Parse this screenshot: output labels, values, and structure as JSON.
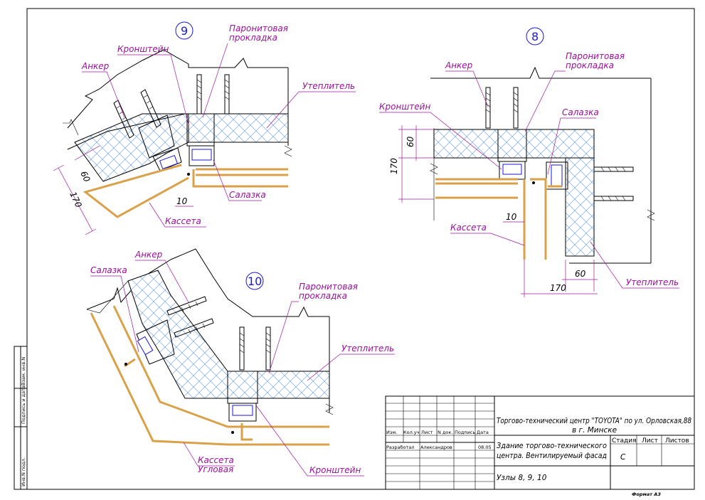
{
  "labels": {
    "paronit_l1": "Паронитовая",
    "paronit_l2": "прокладка",
    "kronshtein": "Кронштейн",
    "anker": "Анкер",
    "uteplitel": "Утеплитель",
    "salazka": "Салазка",
    "kasseta": "Кассета",
    "kasseta_uglovaya_l1": "Кассета",
    "kasseta_uglovaya_l2": "Угловая"
  },
  "node_numbers": {
    "n8": "8",
    "n9": "9",
    "n10": "10"
  },
  "dimensions": {
    "d60": "60",
    "d170": "170",
    "d10": "10"
  },
  "side_stamp": {
    "c1": "Инв.N подл.",
    "c2": "Подпись и дата",
    "c3": "Взам. инв.N"
  },
  "title_block": {
    "project_l1": "Торгово-технический центр \"TOYOTA\" по ул. Орловская,88",
    "project_l2": "в г. Минске",
    "building_l1": "Здание торгово-технического",
    "building_l2": "центра. Вентилируемый фасад",
    "sheet_title": "Узлы 8, 9, 10",
    "hdr_izm": "Изм.",
    "hdr_koluch": "Кол.уч",
    "hdr_list": "Лист",
    "hdr_ndok": "N док.",
    "hdr_podpis": "Подпись",
    "hdr_data": "Дата",
    "razrab_role": "Разработал",
    "razrab_name": "Александров",
    "razrab_date": "08.05",
    "stadiya_label": "Стадия",
    "list_label": "Лист",
    "listov_label": "Листов",
    "stadiya_value": "С",
    "format": "Формат А3"
  }
}
